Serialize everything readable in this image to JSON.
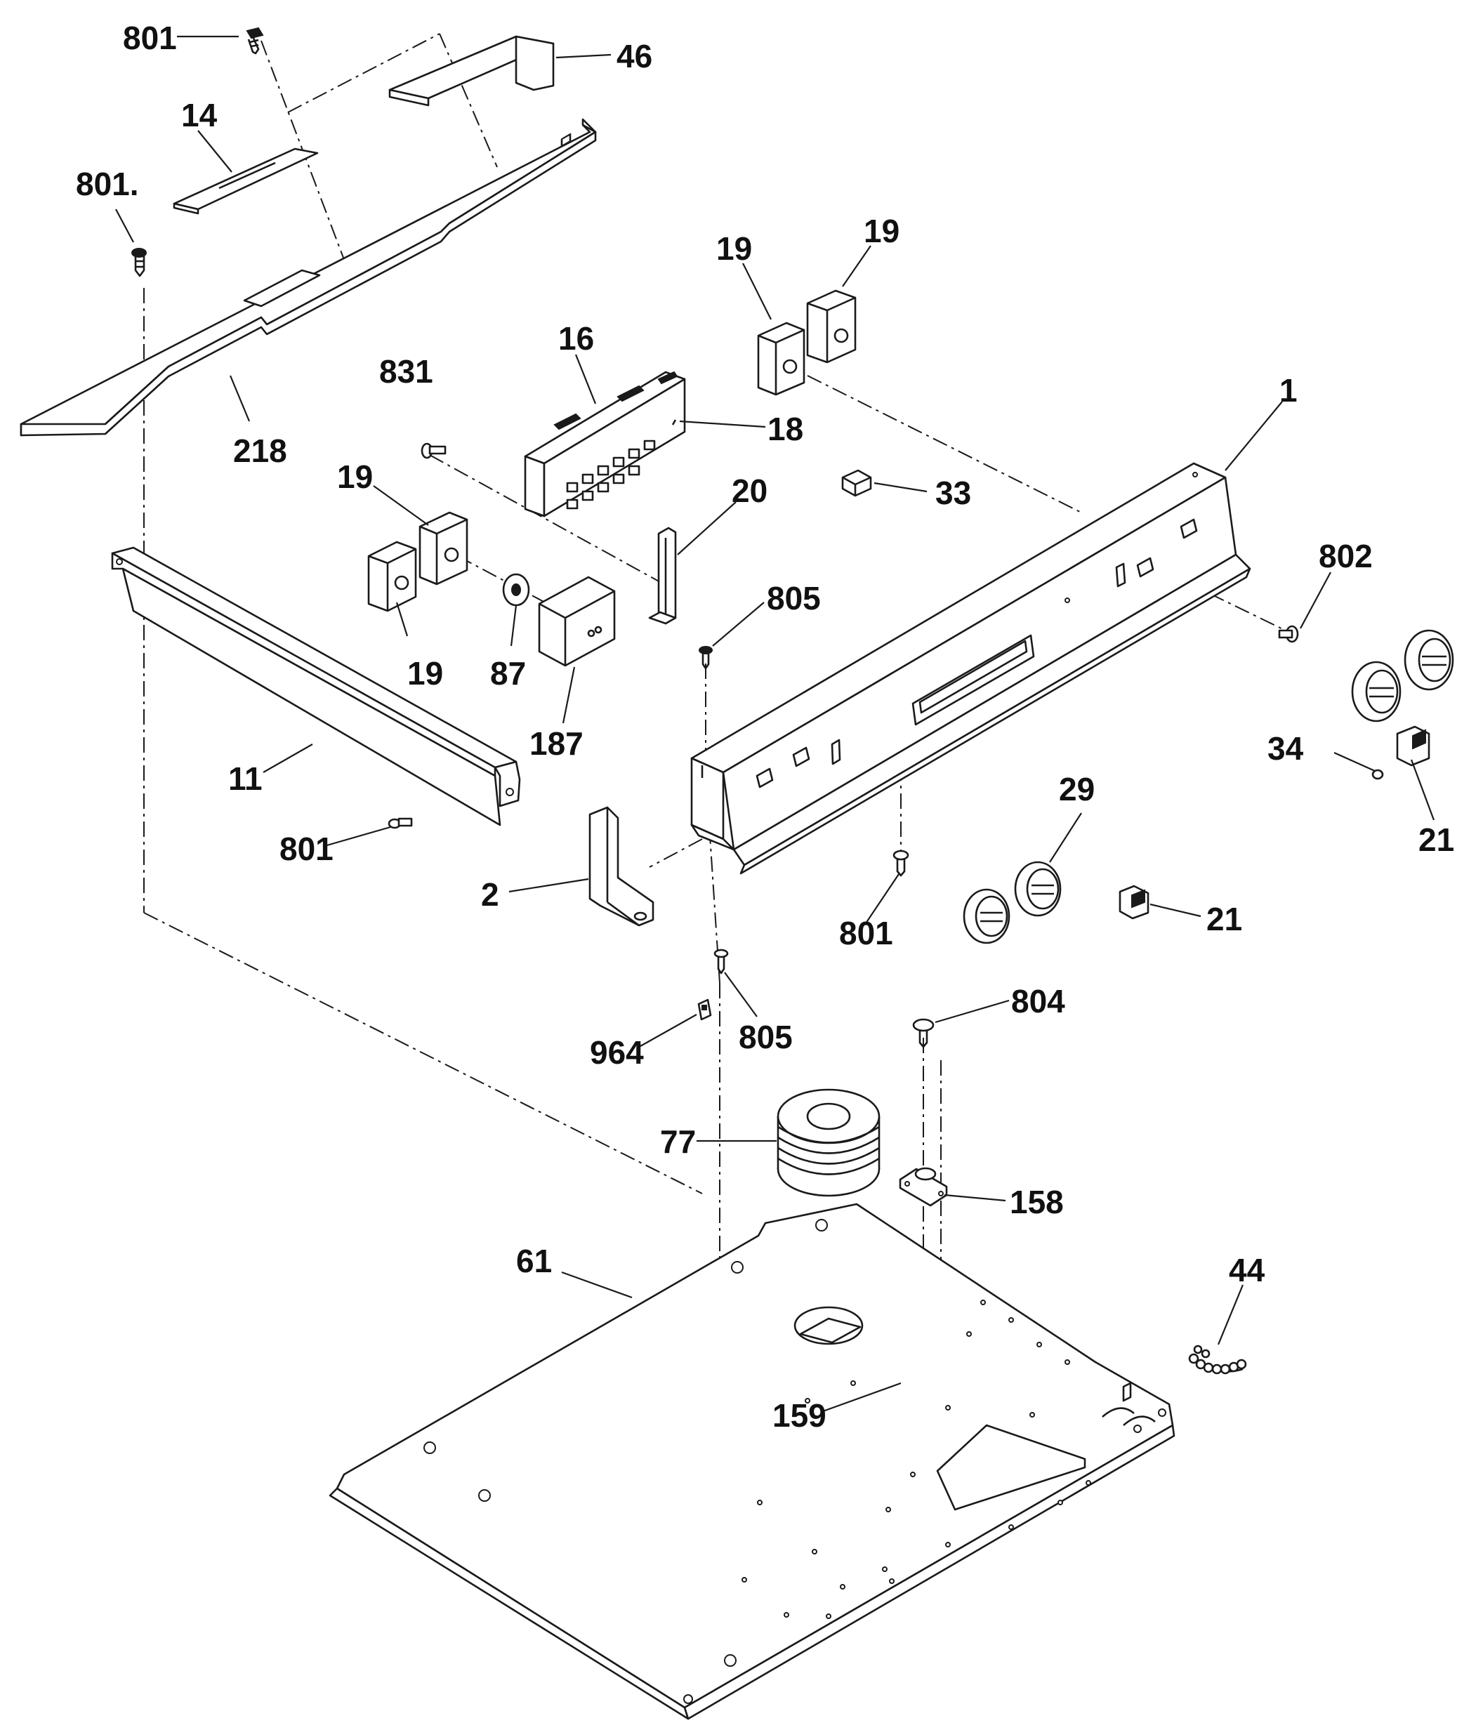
{
  "callouts": [
    {
      "id": "c801a",
      "text": "801"
    },
    {
      "id": "c46",
      "text": "46"
    },
    {
      "id": "c14",
      "text": "14"
    },
    {
      "id": "c801b",
      "text": "801."
    },
    {
      "id": "c19a",
      "text": "19"
    },
    {
      "id": "c19b",
      "text": "19"
    },
    {
      "id": "c16",
      "text": "16"
    },
    {
      "id": "c831",
      "text": "831"
    },
    {
      "id": "c18",
      "text": "18"
    },
    {
      "id": "c1",
      "text": "1"
    },
    {
      "id": "c218",
      "text": "218"
    },
    {
      "id": "c33",
      "text": "33"
    },
    {
      "id": "c19c",
      "text": "19"
    },
    {
      "id": "c20",
      "text": "20"
    },
    {
      "id": "c802",
      "text": "802"
    },
    {
      "id": "c805a",
      "text": "805"
    },
    {
      "id": "c19d",
      "text": "19"
    },
    {
      "id": "c87",
      "text": "87"
    },
    {
      "id": "c187",
      "text": "187"
    },
    {
      "id": "c34",
      "text": "34"
    },
    {
      "id": "c11",
      "text": "11"
    },
    {
      "id": "c29",
      "text": "29"
    },
    {
      "id": "c21a",
      "text": "21"
    },
    {
      "id": "c801c",
      "text": "801"
    },
    {
      "id": "c2",
      "text": "2"
    },
    {
      "id": "c801d",
      "text": "801"
    },
    {
      "id": "c21b",
      "text": "21"
    },
    {
      "id": "c804",
      "text": "804"
    },
    {
      "id": "c964",
      "text": "964"
    },
    {
      "id": "c805b",
      "text": "805"
    },
    {
      "id": "c77",
      "text": "77"
    },
    {
      "id": "c158",
      "text": "158"
    },
    {
      "id": "c61",
      "text": "61"
    },
    {
      "id": "c44",
      "text": "44"
    },
    {
      "id": "c159",
      "text": "159"
    }
  ]
}
